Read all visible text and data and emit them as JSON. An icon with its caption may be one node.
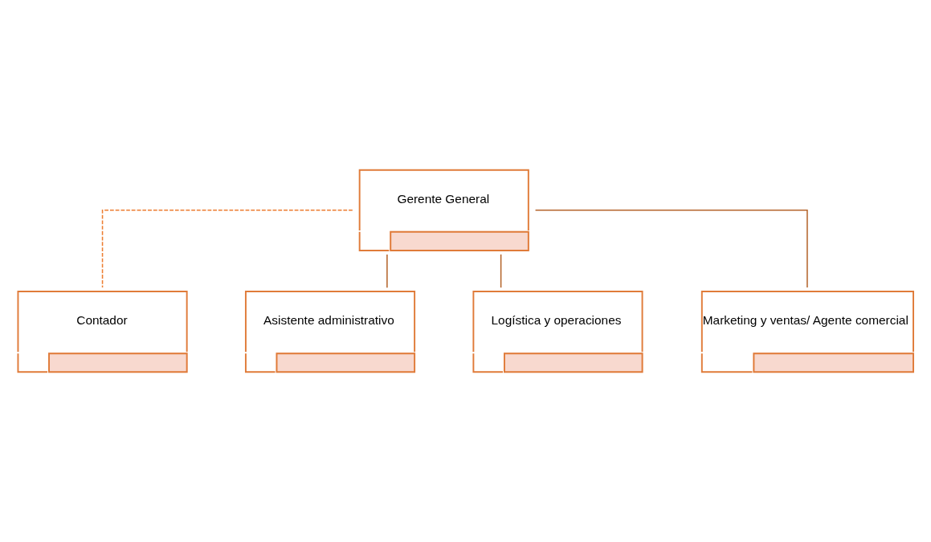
{
  "diagram": {
    "nodes": [
      {
        "text": [
          "Gerente General"
        ]
      },
      {
        "text": [
          "Contador"
        ]
      },
      {
        "text": [
          "Asistente administrativo"
        ]
      },
      {
        "text": [
          "Logística y operaciones"
        ]
      },
      {
        "text": [
          "Marketing y ventas/ Agente comercial"
        ]
      }
    ],
    "edges": [
      {
        "from": 0,
        "to": 1,
        "arrow": "none",
        "style": "dashed",
        "color": "#ed7d31"
      },
      {
        "from": 0,
        "to": 2,
        "arrow": "none"
      },
      {
        "from": 0,
        "to": 3,
        "arrow": "none"
      },
      {
        "from": 0,
        "to": 4,
        "arrow": "none"
      }
    ]
  }
}
